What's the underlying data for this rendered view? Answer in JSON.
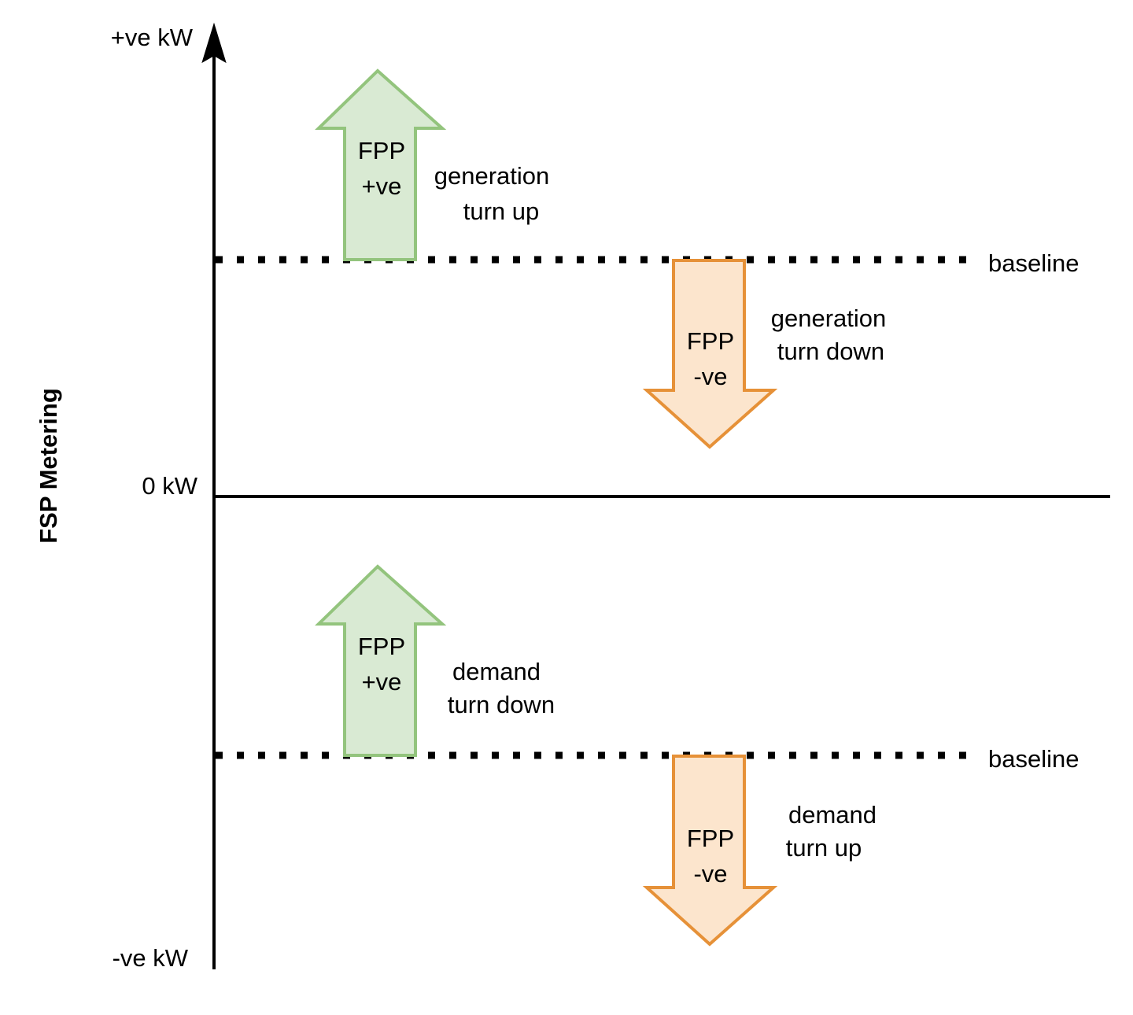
{
  "chart_data": {
    "type": "diagram",
    "title": "",
    "ylabel": "FSP Metering",
    "axis_ticks": [
      {
        "label": "+ve kW",
        "position": "top"
      },
      {
        "label": "0 kW",
        "position": "middle"
      },
      {
        "label": "-ve kW",
        "position": "bottom"
      }
    ],
    "reference_lines": [
      {
        "name": "zero-line",
        "label": "0 kW",
        "style": "solid",
        "y_frac": 0.489
      },
      {
        "name": "baseline-upper",
        "label": "baseline",
        "style": "dotted",
        "y_frac": 0.256
      },
      {
        "name": "baseline-lower",
        "label": "baseline",
        "style": "dotted",
        "y_frac": 0.744
      }
    ],
    "quadrants": [
      {
        "name": "generation",
        "region": "above-zero"
      },
      {
        "name": "demand",
        "region": "below-zero"
      }
    ],
    "arrows": [
      {
        "id": "generation-turn-up",
        "direction": "up",
        "sign": "+ve",
        "fpp_label": "FPP",
        "sign_label": "+ve",
        "annotation_line1": "generation",
        "annotation_line2": "turn up",
        "fill": "#d9ead3",
        "stroke": "#93c47d",
        "from": "baseline-upper",
        "region": "above-zero"
      },
      {
        "id": "generation-turn-down",
        "direction": "down",
        "sign": "-ve",
        "fpp_label": "FPP",
        "sign_label": "-ve",
        "annotation_line1": "generation",
        "annotation_line2": "turn down",
        "fill": "#fce5cd",
        "stroke": "#e69138",
        "from": "baseline-upper",
        "region": "above-zero"
      },
      {
        "id": "demand-turn-down",
        "direction": "up",
        "sign": "+ve",
        "fpp_label": "FPP",
        "sign_label": "+ve",
        "annotation_line1": "demand",
        "annotation_line2": "turn down",
        "fill": "#d9ead3",
        "stroke": "#93c47d",
        "from": "baseline-lower",
        "region": "below-zero"
      },
      {
        "id": "demand-turn-up",
        "direction": "down",
        "sign": "-ve",
        "fpp_label": "FPP",
        "sign_label": "-ve",
        "annotation_line1": "demand",
        "annotation_line2": "turn up",
        "fill": "#fce5cd",
        "stroke": "#e69138",
        "from": "baseline-lower",
        "region": "below-zero"
      }
    ]
  },
  "axis": {
    "y_title": "FSP Metering",
    "top_label": "+ve kW",
    "zero_label": "0 kW",
    "bottom_label": "-ve kW"
  },
  "baselines": {
    "upper_label": "baseline",
    "lower_label": "baseline"
  },
  "arrows": {
    "gen_up": {
      "fpp": "FPP",
      "sign": "+ve",
      "note_line1": "generation",
      "note_line2": "turn up"
    },
    "gen_down": {
      "fpp": "FPP",
      "sign": "-ve",
      "note_line1": "generation",
      "note_line2": "turn down"
    },
    "dem_down": {
      "fpp": "FPP",
      "sign": "+ve",
      "note_line1": "demand",
      "note_line2": "turn down"
    },
    "dem_up": {
      "fpp": "FPP",
      "sign": "-ve",
      "note_line1": "demand",
      "note_line2": "turn up"
    }
  },
  "colors": {
    "green_fill": "#d9ead3",
    "green_stroke": "#93c47d",
    "orange_fill": "#fce5cd",
    "orange_stroke": "#e69138",
    "line": "#000000",
    "background": "#ffffff"
  }
}
